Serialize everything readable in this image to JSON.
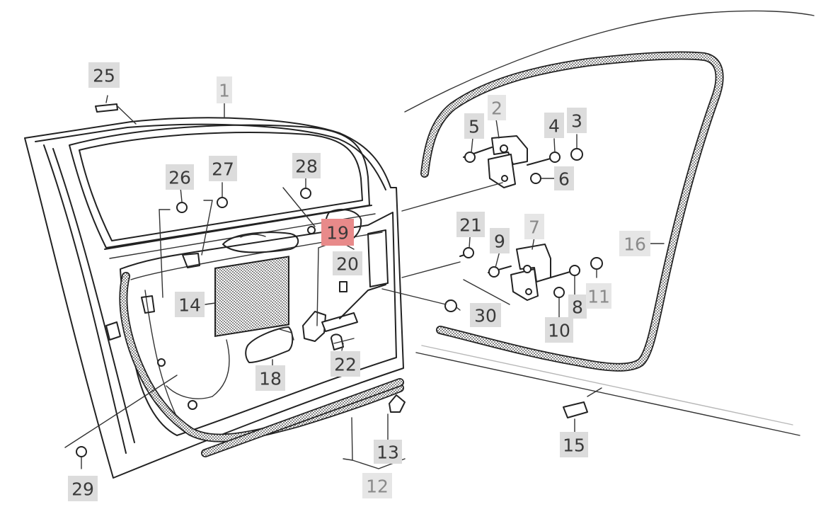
{
  "diagram": {
    "colors": {
      "label_bg": "#dcdcdc",
      "label_highlight": "#e88a8a",
      "line": "#222222"
    },
    "highlighted_part": "19",
    "parts": [
      {
        "id": "p1",
        "label": "1"
      },
      {
        "id": "p2",
        "label": "2"
      },
      {
        "id": "p3",
        "label": "3"
      },
      {
        "id": "p4",
        "label": "4"
      },
      {
        "id": "p5",
        "label": "5"
      },
      {
        "id": "p6",
        "label": "6"
      },
      {
        "id": "p7",
        "label": "7"
      },
      {
        "id": "p8",
        "label": "8"
      },
      {
        "id": "p9",
        "label": "9"
      },
      {
        "id": "p10",
        "label": "10"
      },
      {
        "id": "p11",
        "label": "11"
      },
      {
        "id": "p12",
        "label": "12"
      },
      {
        "id": "p13",
        "label": "13"
      },
      {
        "id": "p14",
        "label": "14"
      },
      {
        "id": "p15",
        "label": "15"
      },
      {
        "id": "p16",
        "label": "16"
      },
      {
        "id": "p18",
        "label": "18"
      },
      {
        "id": "p19",
        "label": "19"
      },
      {
        "id": "p20",
        "label": "20"
      },
      {
        "id": "p21",
        "label": "21"
      },
      {
        "id": "p22",
        "label": "22"
      },
      {
        "id": "p25",
        "label": "25"
      },
      {
        "id": "p26",
        "label": "26"
      },
      {
        "id": "p27",
        "label": "27"
      },
      {
        "id": "p28",
        "label": "28"
      },
      {
        "id": "p29",
        "label": "29"
      },
      {
        "id": "p30",
        "label": "30"
      }
    ]
  }
}
